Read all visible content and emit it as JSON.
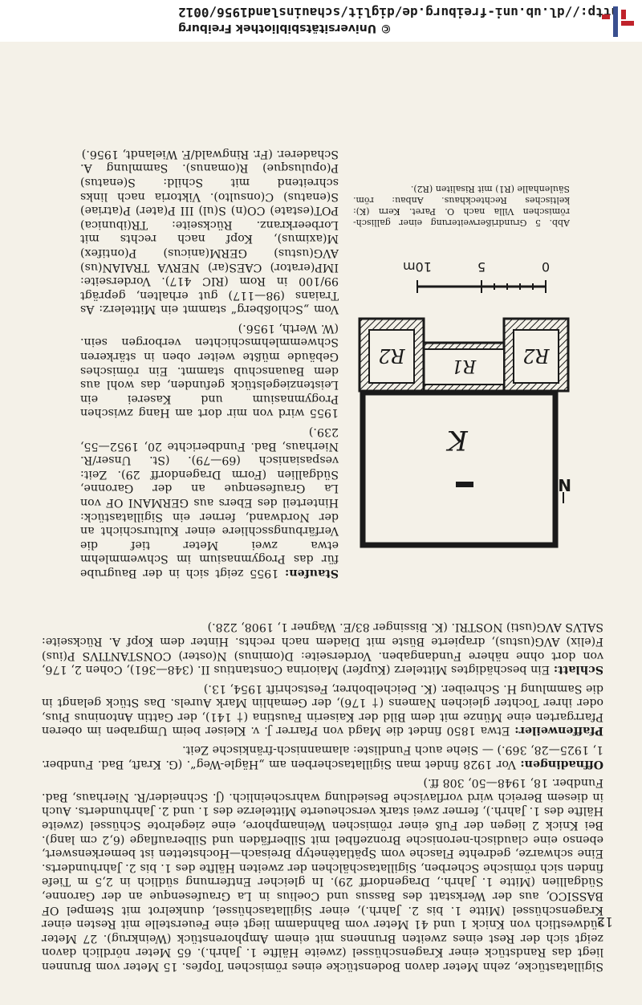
{
  "header": {
    "url": "http://dl.ub.uni-freiburg.de/diglit/schauinsland1956/0012",
    "copyright": "© Universitätsbibliothek Freiburg"
  },
  "page_number": "12",
  "main_text": {
    "p1": "Sigillatastücke, zehn Meter davon Bodenstücke eines römischen Topfes. 15 Meter vom Brunnen liegt das Randstück einer Kragenschüssel (zweite Hälfte 1. Jahrh.). 65 Meter nördlich davon zeigt sich der Rest eines zweiten Brunnens mit einem Amphorenstück (Weinkrug). 27 Meter südwestlich von Knick 1 und 41 Meter vom Bahndamm liegt eine Feuerstelle mit Resten einer Kragenschüssel (Mitte 1. bis 2. Jahrh.), einer Sigillataschüssel, dunkelrot mit Stempel OF BASSICO, aus der Werkstatt des Bassus und Coelius in La Graufesenque an der Garonne, Südgallien (Mitte 1. Jahrh., Dragendorff 29). In gleicher Entfernung südlich in 2,5 m Tiefe finden sich römische Scherben, Sigillataschälchen der zweiten Hälfte des 1. bis 2. Jahrhunderts. Eine schwarze, gedrehte Flasche vom Spätlatènetyp Breisach—Hochstetten ist bemerkenswert, ebenso eine claudisch-neronische Bronzefibel mit Silberfäden und Silberauflage (6,2 cm lang). Bei Knick 2 liegen der Fuß einer römischen Weinamphore, eine ziegelrote Schüssel (zweite Hälfte des 1. Jahrh.), ferner zwei stark verscheuerte Mittelerze des 1. und 2. Jahrhunderts. Auch in diesem Bereich wird vorflavische Besiedlung wahrscheinlich. (J. Schneider/R. Nierhaus, Bad. Fundber. 18, 1948—50, 308 ff.)",
    "p2_lead": "Offnadingen:",
    "p2": " Vor 1928 findet man Sigillatascherben am „Hägle-Weg“. (G. Kraft, Bad. Fundber. 1, 1925—28, 369.) — Siehe auch Fundliste: alamannisch-fränkische Zeit.",
    "p3_lead": "Pfaffenweiler:",
    "p3": " Etwa 1850 findet die Magd von Pfarrer J. v. Kleiser beim Umgraben im oberen Pfarrgarten eine Münze mit dem Bild der Kaiserin Faustina († 141), der Gattin Antoninus Pius, oder ihrer Tochter gleichen Namens († 176), der Gemahlin Mark Aurels. Das Stück gelangt in die Sammlung H. Schreiber. (K. Deichelbohrer, Festschrift 1954, 13.)",
    "p4_lead": "Schlatt:",
    "p4": " Ein beschädigtes Mittelerz (Kupfer) Maiorina Constantius II. (348—361), Cohen 2, 176, von dort ohne nähere Fundangaben. Vorderseite: D(ominus) N(oster) CONSTANTIVS P(ius) F(elix) AVG(ustus), drapierte Büste mit Diadem nach rechts. Hinter dem Kopf A. Rückseite: SALVS AVG(usti) NOSTRI. (K. Bissinger 83/E. Wagner 1, 1908, 228.)"
  },
  "right_text": {
    "p1_lead": "Staufen:",
    "p1": " 1955 zeigt sich in der Baugrube für das Progymnasium im Schwemmlehm etwa zwei Meter tief die Verfärbungsschliere einer Kulturschicht an der Nordwand, ferner ein Sigillatastück: Hinterteil des Ebers aus GERMANI OF von La Graufesenque an der Garonne, Südgallien (Form Dragendorff 29). Zeit: vespasianisch (69—79). (St. Unser/R. Nierhaus, Bad. Fundberichte 20, 1952—55, 239.)",
    "p2": "1955 wird von mir dort am Hang zwischen Progymnasium und Kaserei ein Leistenziegelstück gefunden, das wohl aus dem Bauanschub stammt. Ein römisches Gebäude müßte weiter oben in stärkeren Schwemmlehmschichten verborgen sein. (W. Werth, 1956.)",
    "p3": "Vom „Schloßberg“ stammt ein Mittelerz: As Traians (98—117) gut erhalten, geprägt 99/100 in Rom (RIC 417). Vorderseite: IMP(erator) CAES(ar) NERVA TRAIAN(us) AVG(ustus) GERM(anicus) P(ontifex) M(aximus), Kopf nach rechts mit Lorbeerkranz. Rückseite: TR(ibunica) POT(estate) CO(n) S(ul) III P(ater) P(atriae) S(enatus) C(onsulto). Viktoria nach links schreitend mit Schild: S(enatus) P(opulusque) R(omanus). Sammlung A. Schaderer. (Fr. Ringwald/F. Wielandt, 1956.)"
  },
  "figure": {
    "caption": "Abb. 5 Grundrißerweiterung einer gallisch-römischen Villa nach O. Paret. Kern (K): keltisches Rechteckhaus. Anbau: röm. Säulenhalle (R1) mit Risaliten (R2).",
    "labels": {
      "core": "K",
      "hall": "R1",
      "risalit_left": "R2",
      "risalit_right": "R2",
      "north": "N"
    },
    "scale": {
      "zero": "0",
      "five": "5",
      "ten": "10m"
    }
  }
}
